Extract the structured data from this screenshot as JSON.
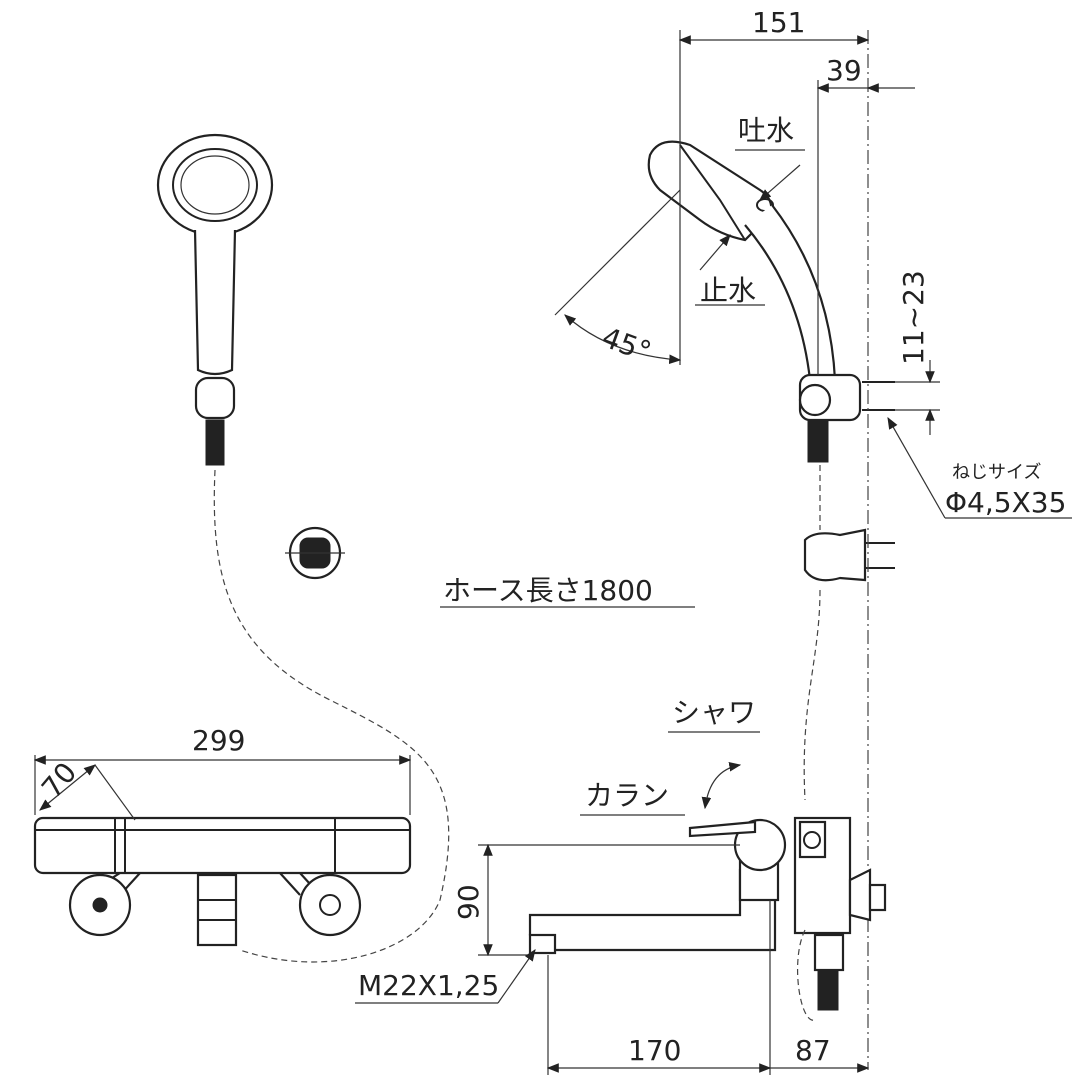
{
  "dimensions": {
    "width_151": "151",
    "width_39": "39",
    "angle_45": "45°",
    "range_11_23": "11~23",
    "width_299": "299",
    "depth_70": "70",
    "height_90": "90",
    "spout_170": "170",
    "offset_87": "87"
  },
  "labels": {
    "spout_water": "吐水",
    "stop_water": "止水",
    "screw_size_title": "ねじサイズ",
    "screw_size_value": "Φ4,5X35",
    "hose_length": "ホース長さ1800",
    "shower": "シャワ",
    "faucet": "カラン",
    "thread": "M22X1,25"
  }
}
